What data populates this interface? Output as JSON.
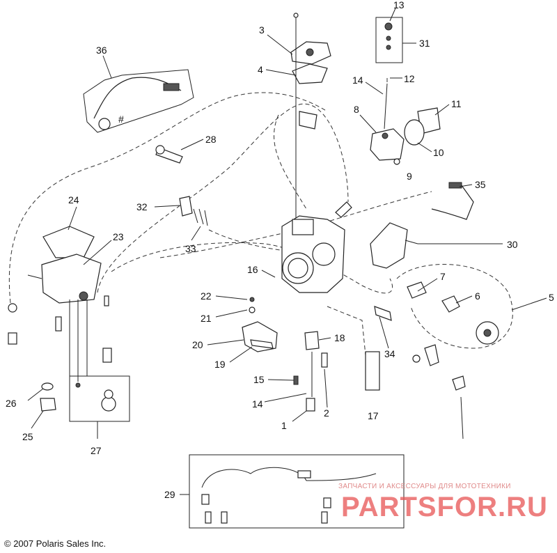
{
  "callouts": {
    "c1": "1",
    "c2": "2",
    "c3": "3",
    "c4": "4",
    "c5": "5",
    "c6": "6",
    "c7": "7",
    "c8": "8",
    "c9": "9",
    "c10": "10",
    "c11": "11",
    "c12": "12",
    "c13": "13",
    "c14a": "14",
    "c14b": "14",
    "c15": "15",
    "c16": "16",
    "c17": "17",
    "c18": "18",
    "c19": "19",
    "c20": "20",
    "c21": "21",
    "c22": "22",
    "c23": "23",
    "c24": "24",
    "c25": "25",
    "c26": "26",
    "c27": "27",
    "c28": "28",
    "c29": "29",
    "c30": "30",
    "c31": "31",
    "c32": "32",
    "c33": "33",
    "c34": "34",
    "c35": "35",
    "c36": "36",
    "hash": "#"
  },
  "copyright": "© 2007 Polaris Sales Inc.",
  "watermark": {
    "tagline": "ЗАПЧАСТИ И АКСЕССУАРЫ ДЛЯ МОТОТЕХНИКИ",
    "logo": "PARTSFOR.RU"
  },
  "colors": {
    "lines": "#222222",
    "watermark": "#e85555"
  }
}
